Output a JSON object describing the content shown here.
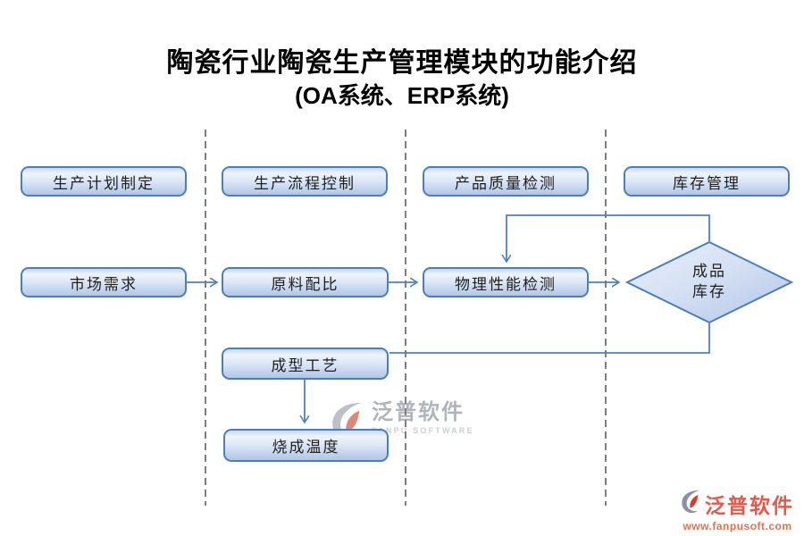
{
  "title": {
    "line1": "陶瓷行业陶瓷生产管理模块的功能介绍",
    "line2": "(OA系统、ERP系统)"
  },
  "columns": [
    {
      "header": "生产计划制定"
    },
    {
      "header": "生产流程控制"
    },
    {
      "header": "产品质量检测"
    },
    {
      "header": "库存管理"
    }
  ],
  "nodes": {
    "market_demand": "市场需求",
    "raw_material_ratio": "原料配比",
    "physical_performance_test": "物理性能检测",
    "molding_process": "成型工艺",
    "firing_temperature": "烧成温度",
    "finished_inventory_line1": "成品",
    "finished_inventory_line2": "库存"
  },
  "watermark": {
    "brand": "泛普软件",
    "brand_en": "FANPU SOFTWARE"
  },
  "footer_logo": {
    "brand": "泛普软件",
    "url": "www.fanpusoft.com"
  },
  "colors": {
    "box_border": "#4a7ebc",
    "box_fill_top": "#eef4fb",
    "box_fill_bottom": "#b1c5e7",
    "connector_blue": "#4f81bd",
    "lane_divider_gray": "#7f7f7f",
    "brand_red": "#e25a49",
    "title_black": "#000000"
  }
}
